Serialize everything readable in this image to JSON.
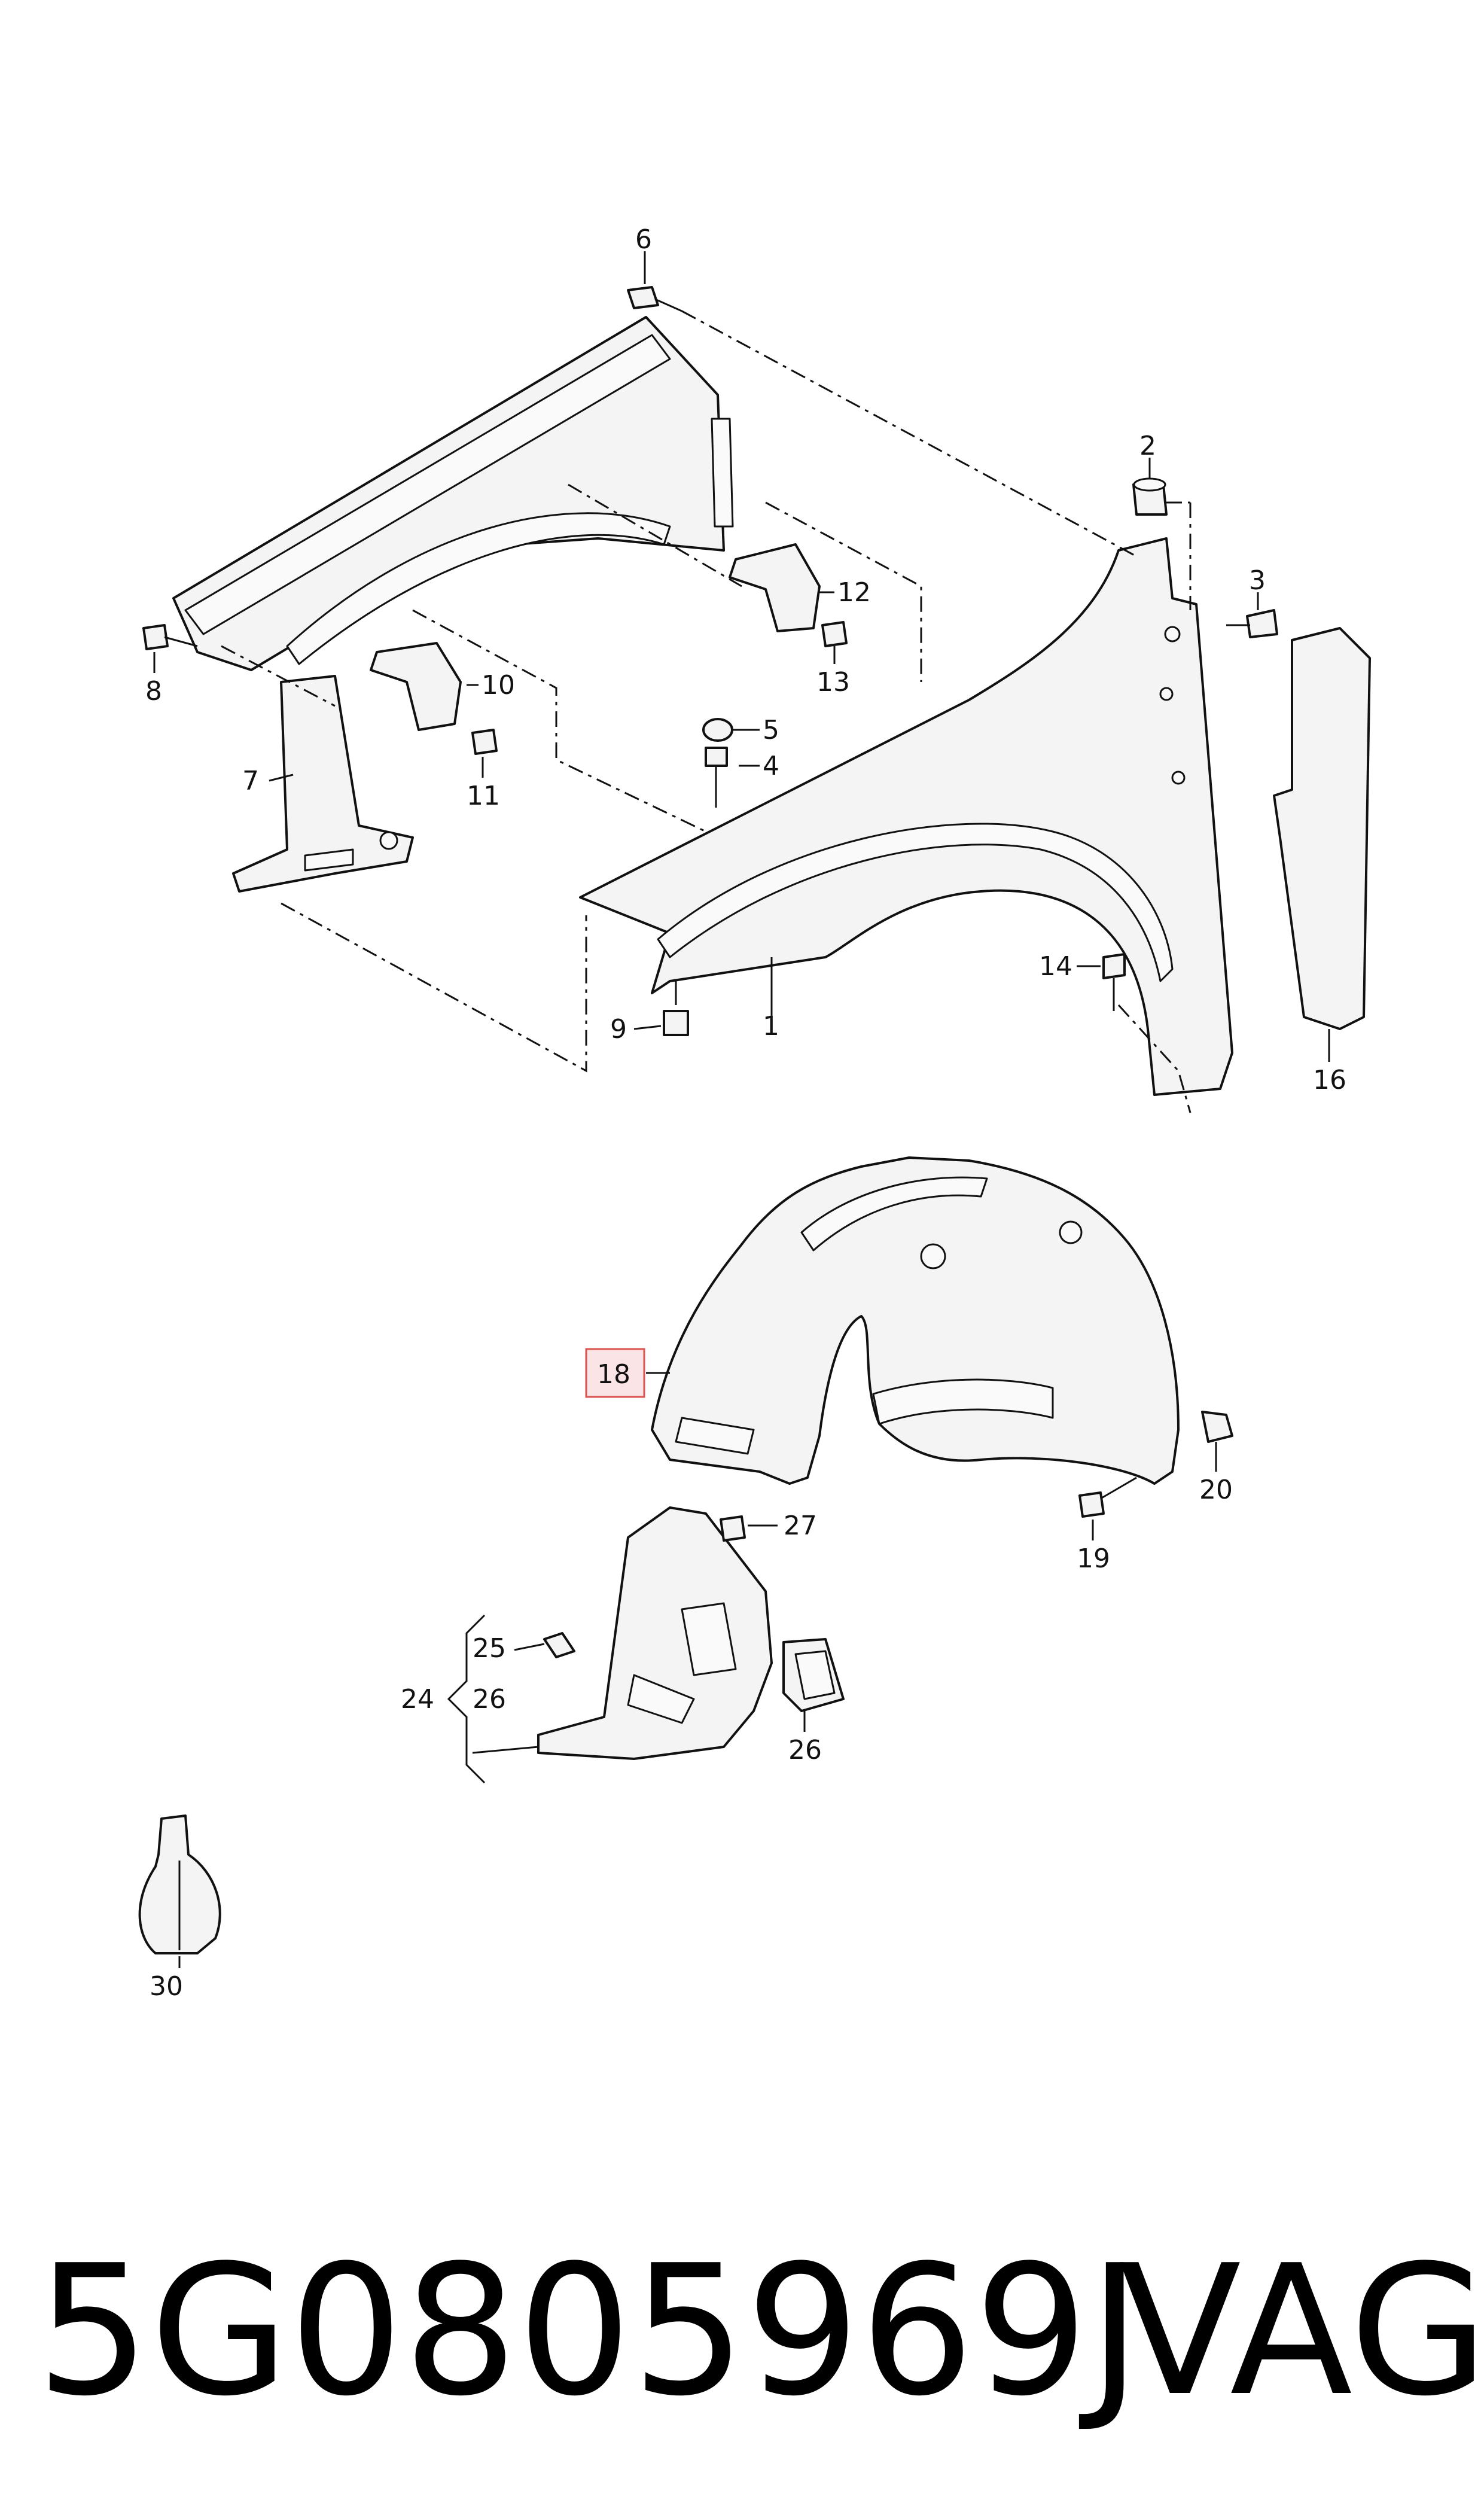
{
  "diagram": {
    "callouts": {
      "c1": "1",
      "c2": "2",
      "c3": "3",
      "c4": "4",
      "c5": "5",
      "c6": "6",
      "c7": "7",
      "c8": "8",
      "c9": "9",
      "c10": "10",
      "c11": "11",
      "c12": "12",
      "c13": "13",
      "c14": "14",
      "c16": "16",
      "c18": "18",
      "c19": "19",
      "c20": "20",
      "c24": "24",
      "c25": "25",
      "c26a": "26",
      "c26b": "26",
      "c27": "27",
      "c30": "30"
    },
    "highlighted_callout": "18",
    "highlight_color": "#d9534f"
  },
  "footer": {
    "part_number": "5G0805969J",
    "brand": "VAG"
  }
}
